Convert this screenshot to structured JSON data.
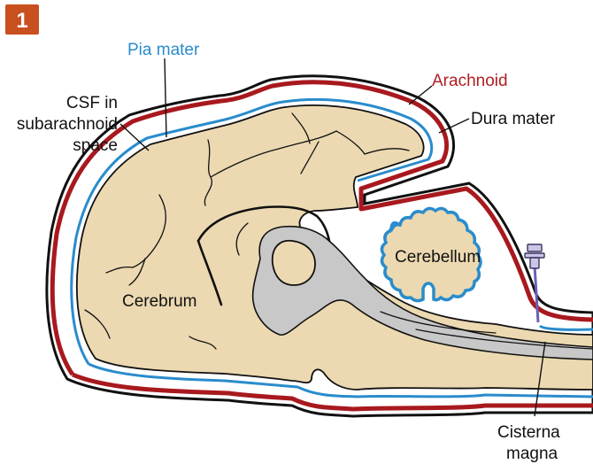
{
  "figure": {
    "badge": "1",
    "labels": {
      "pia_mater": "Pia mater",
      "arachnoid": "Arachnoid",
      "dura_mater": "Dura mater",
      "csf_line1": "CSF in",
      "csf_line2": "subarachnoid",
      "csf_line3": "space",
      "cerebrum": "Cerebrum",
      "cerebellum": "Cerebellum",
      "cisterna_line1": "Cisterna",
      "cisterna_line2": "magna"
    },
    "colors": {
      "badge": "#c8501e",
      "pia_mater": "#2a8ccc",
      "arachnoid": "#b01e23",
      "brain_tissue": "#ecd9b1",
      "ventricles": "#c8c8c8",
      "needle": "#6b5fb5"
    },
    "icons": [
      "spinal-needle-icon"
    ]
  }
}
